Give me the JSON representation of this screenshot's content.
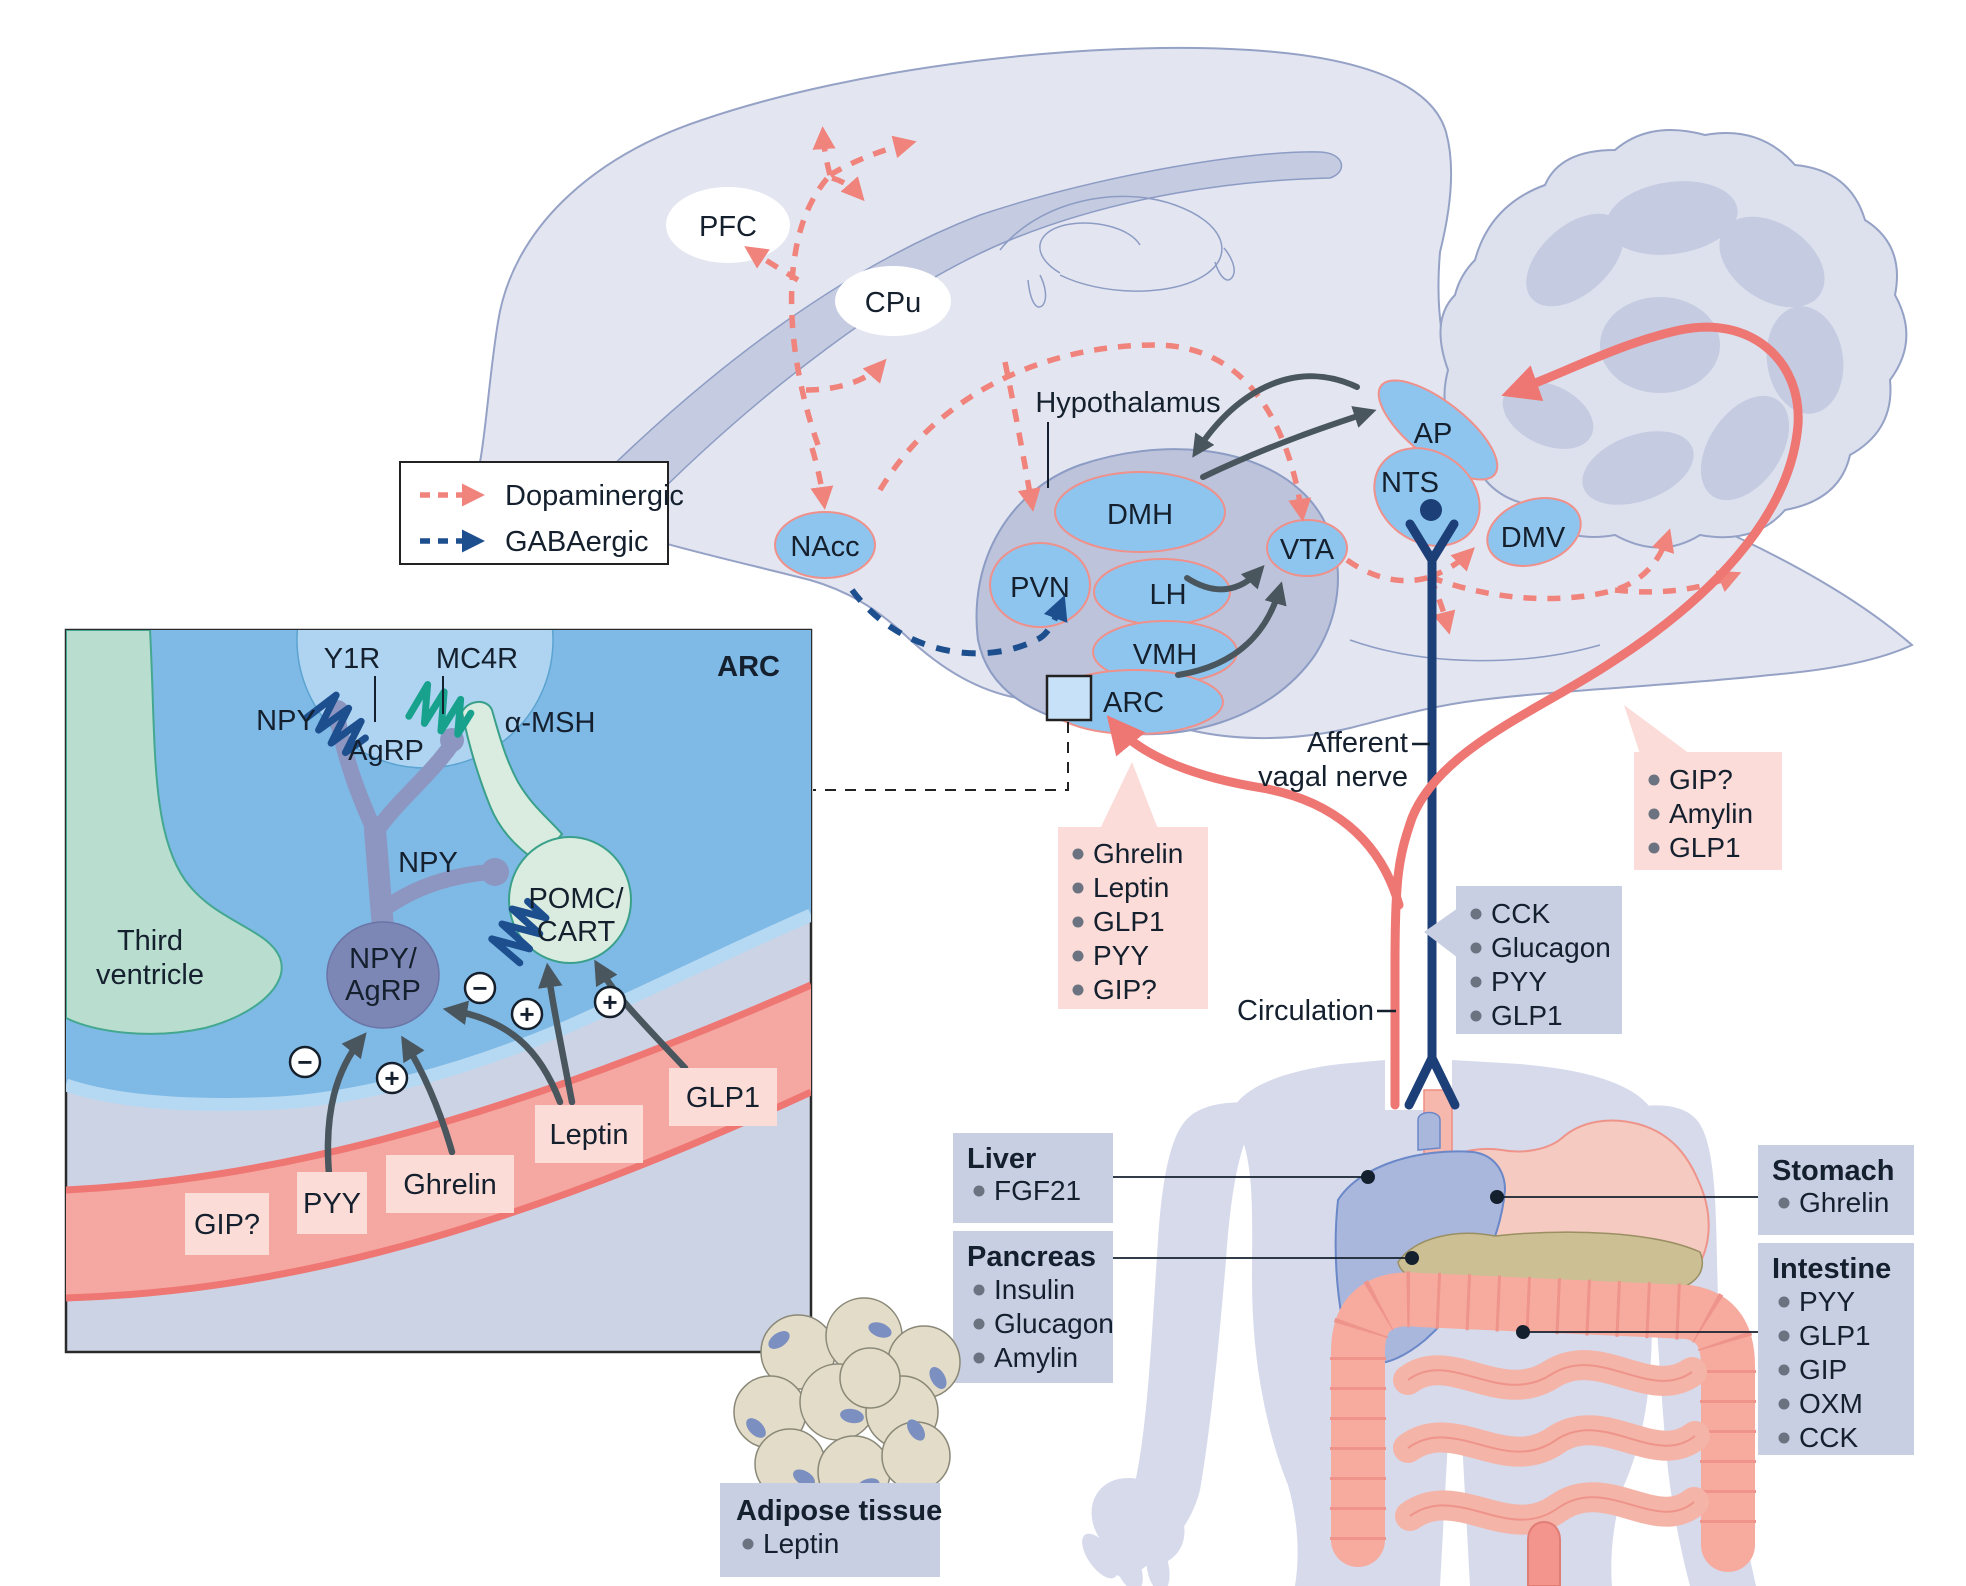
{
  "figure": {
    "legend": {
      "dopaminergic": "Dopaminergic",
      "gabaergic": "GABAergic"
    },
    "brain_regions": {
      "pfc": "PFC",
      "cpu": "CPu",
      "nacc": "NAcc",
      "hypothalamus": "Hypothalamus",
      "dmh": "DMH",
      "pvn": "PVN",
      "lh": "LH",
      "vmh": "VMH",
      "arc": "ARC",
      "vta": "VTA",
      "ap": "AP",
      "nts": "NTS",
      "dmv": "DMV"
    },
    "annotations": {
      "afferent_line1": "Afferent",
      "afferent_line2": "vagal nerve",
      "circulation": "Circulation"
    }
  },
  "inset": {
    "title": "ARC",
    "receptors": {
      "y1r": "Y1R",
      "mc4r": "MC4R"
    },
    "neurons": {
      "npy_upper": "NPY",
      "agrp": "AgRP",
      "alpha_msh": "α-MSH",
      "npy_lower": "NPY",
      "npy_agrp": [
        "NPY/",
        "AgRP"
      ],
      "pomc_cart": [
        "POMC/",
        "CART"
      ]
    },
    "third_ventricle": [
      "Third",
      "ventricle"
    ],
    "hormones": [
      "GIP?",
      "PYY",
      "Ghrelin",
      "Leptin",
      "GLP1"
    ],
    "signs": {
      "plus": "+",
      "minus": "−"
    }
  },
  "callouts": {
    "arc_inputs": {
      "items": [
        "Ghrelin",
        "Leptin",
        "GLP1",
        "PYY",
        "GIP?"
      ]
    },
    "ap_inputs": {
      "items": [
        "GIP?",
        "Amylin",
        "GLP1"
      ]
    },
    "vagal_inputs": {
      "items": [
        "CCK",
        "Glucagon",
        "PYY",
        "GLP1"
      ]
    }
  },
  "organs": {
    "liver": {
      "title": "Liver",
      "items": [
        "FGF21"
      ]
    },
    "pancreas": {
      "title": "Pancreas",
      "items": [
        "Insulin",
        "Glucagon",
        "Amylin"
      ]
    },
    "stomach": {
      "title": "Stomach",
      "items": [
        "Ghrelin"
      ]
    },
    "intestine": {
      "title": "Intestine",
      "items": [
        "PYY",
        "GLP1",
        "GIP",
        "OXM",
        "CCK"
      ]
    },
    "adipose": {
      "title": "Adipose tissue",
      "items": [
        "Leptin"
      ]
    }
  },
  "colors": {
    "dopaminergic_red": "#f0837b",
    "gabaergic_navy": "#1d4f8f",
    "vagal_navy": "#1c3f78",
    "circulation_red": "#ee7673",
    "nucleus_blue": "#8ec5ee",
    "brain_fill": "#e3e6f1",
    "pink_callout": "#fbdcd8",
    "gray_callout": "#c9cfe3",
    "inset_blue": "#7fb9e6",
    "ventricle_green": "#b9decf",
    "vessel_red": "#f5a8a2"
  }
}
